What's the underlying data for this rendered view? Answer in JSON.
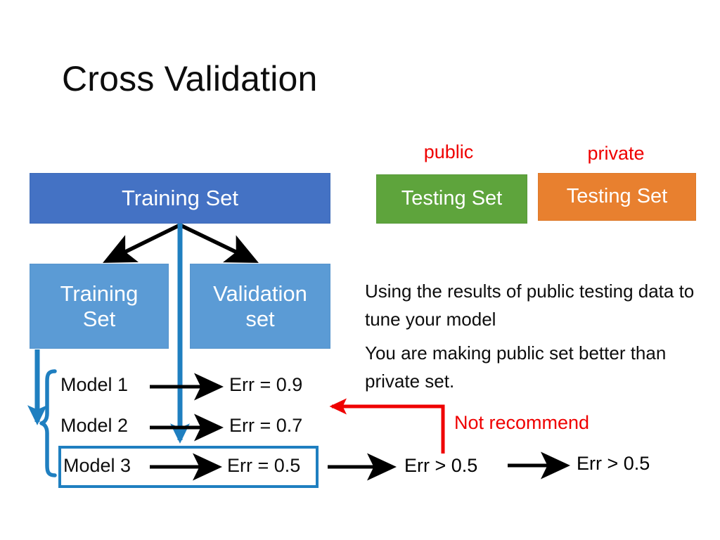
{
  "slide": {
    "title": "Cross Validation",
    "background": "#ffffff"
  },
  "colors": {
    "training_main": "#4472c4",
    "training_sub": "#5b9bd5",
    "validation_sub": "#5b9bd5",
    "testing_public": "#5ea43c",
    "testing_private": "#e8802f",
    "accent_red": "#ef0000",
    "accent_blue_line": "#1f7fc0",
    "text": "#0d0d0d",
    "arrow_black": "#000000"
  },
  "boxes": {
    "training_main": {
      "label": "Training Set"
    },
    "training_sub": {
      "label_line1": "Training",
      "label_line2": "Set"
    },
    "validation_sub": {
      "label_line1": "Validation",
      "label_line2": "set"
    },
    "testing_public": {
      "label": "Testing Set",
      "tag": "public"
    },
    "testing_private": {
      "label": "Testing Set",
      "tag": "private"
    }
  },
  "models": [
    {
      "name": "Model 1",
      "error": "Err = 0.9"
    },
    {
      "name": "Model 2",
      "error": "Err = 0.7"
    },
    {
      "name": "Model 3",
      "error": "Err = 0.5"
    }
  ],
  "notes": {
    "paragraph_1": "Using the results of public testing data to tune your model",
    "paragraph_2": "You are making public set better than private set.",
    "not_recommend": "Not recommend"
  },
  "results": {
    "public_error": "Err > 0.5",
    "private_error": "Err > 0.5"
  }
}
